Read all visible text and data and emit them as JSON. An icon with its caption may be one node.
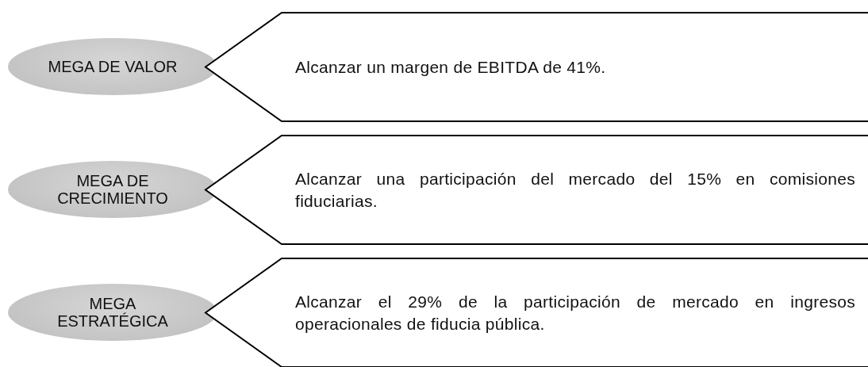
{
  "diagram": {
    "nodes": [
      {
        "text": [
          "MEGA DE VALOR"
        ]
      },
      {
        "text": [
          "Alcanzar un margen de EBITDA de 41%."
        ]
      },
      {
        "text": [
          "MEGA DE CRECIMIENTO"
        ]
      },
      {
        "text": [
          "Alcanzar una participación del mercado del 15% en comisiones fiduciarias."
        ]
      },
      {
        "text": [
          "MEGA ESTRATÉGICA"
        ]
      },
      {
        "text": [
          "Alcanzar el 29% de la participación de mercado en ingresos operacionales de fiducia pública."
        ]
      }
    ]
  }
}
